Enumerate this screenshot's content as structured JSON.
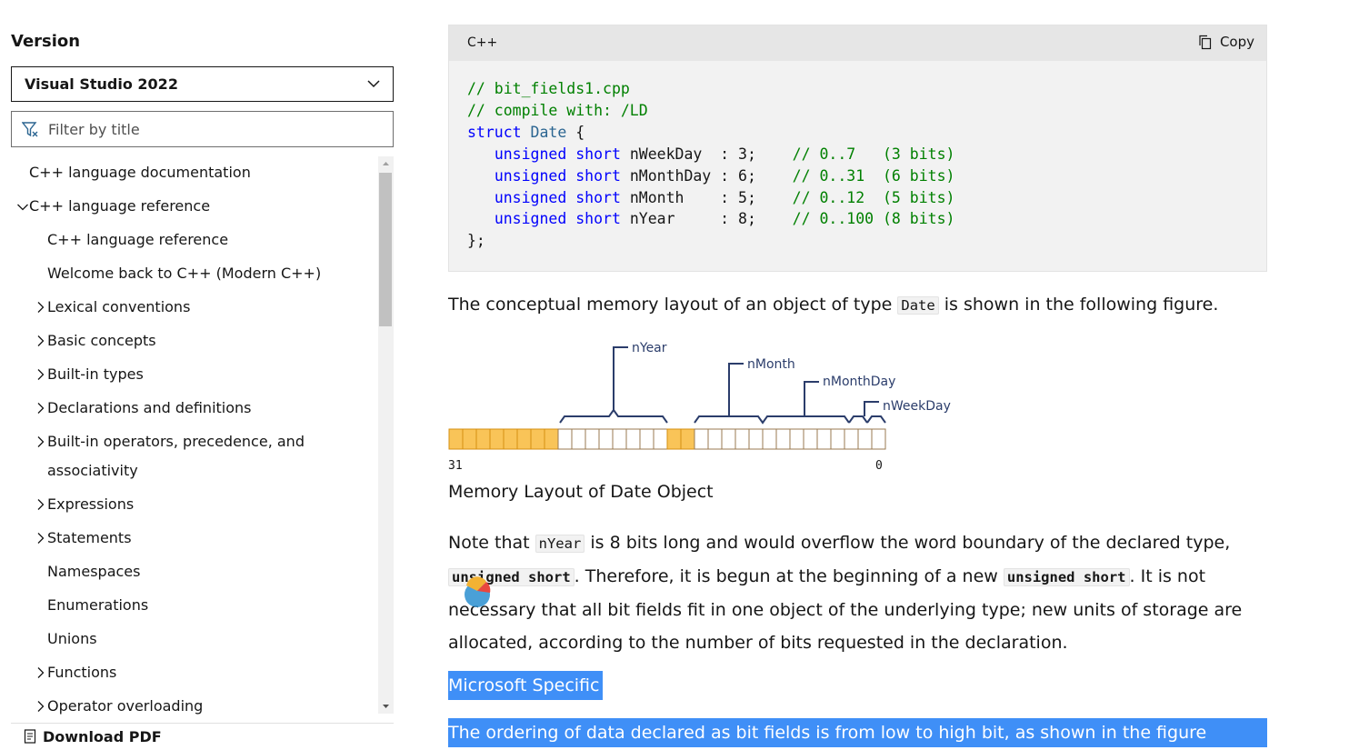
{
  "sidebar": {
    "version_label": "Version",
    "version_selected": "Visual Studio 2022",
    "filter_placeholder": "Filter by title",
    "toc": [
      {
        "label": "C++ language documentation"
      },
      {
        "label": "C++ language reference",
        "state": "expanded"
      },
      {
        "label": "C++ language reference"
      },
      {
        "label": "Welcome back to C++ (Modern C++)"
      },
      {
        "label": "Lexical conventions",
        "state": "collapsed"
      },
      {
        "label": "Basic concepts",
        "state": "collapsed"
      },
      {
        "label": "Built-in types",
        "state": "collapsed"
      },
      {
        "label": "Declarations and definitions",
        "state": "collapsed"
      },
      {
        "label": "Built-in operators, precedence, and associativity",
        "state": "collapsed"
      },
      {
        "label": "Expressions",
        "state": "collapsed"
      },
      {
        "label": "Statements",
        "state": "collapsed"
      },
      {
        "label": "Namespaces"
      },
      {
        "label": "Enumerations"
      },
      {
        "label": "Unions"
      },
      {
        "label": "Functions",
        "state": "collapsed"
      },
      {
        "label": "Operator overloading",
        "state": "collapsed"
      }
    ],
    "download_pdf": "Download PDF"
  },
  "code_block": {
    "language": "C++",
    "copy_label": "Copy",
    "lines": [
      "// bit_fields1.cpp",
      "// compile with: /LD",
      "struct Date {",
      "   unsigned short nWeekDay  : 3;    // 0..7   (3 bits)",
      "   unsigned short nMonthDay : 6;    // 0..31  (6 bits)",
      "   unsigned short nMonth    : 5;    // 0..12  (5 bits)",
      "   unsigned short nYear     : 8;    // 0..100 (8 bits)",
      "};"
    ]
  },
  "content": {
    "p1_before": "The conceptual memory layout of an object of type ",
    "p1_code": "Date",
    "p1_after": " is shown in the following figure.",
    "figure": {
      "labels": {
        "nYear": "nYear",
        "nMonth": "nMonth",
        "nMonthDay": "nMonthDay",
        "nWeekDay": "nWeekDay"
      },
      "bit_high": "31",
      "bit_low": "0"
    },
    "caption": "Memory Layout of Date Object",
    "p2_a": "Note that ",
    "p2_code1": "nYear",
    "p2_b": " is 8 bits long and would overflow the word boundary of the declared type, ",
    "p2_code2": "unsigned short",
    "p2_c": ". Therefore, it is begun at the beginning of a new ",
    "p2_code3": "unsigned short",
    "p2_d": ". It is not necessary that all bit fields fit in one object of the underlying type; new units of storage are allocated, according to the number of bits requested in the declaration.",
    "ms_specific": "Microsoft Specific",
    "ordering": "The ordering of data declared as bit fields is from low to high bit, as shown in the figure above."
  },
  "colors": {
    "accent_highlight": "#3f8ff7",
    "bit_filled": "#f9c458",
    "bracket": "#2b3d6b",
    "keyword": "#0101fd",
    "comment": "#008000"
  }
}
